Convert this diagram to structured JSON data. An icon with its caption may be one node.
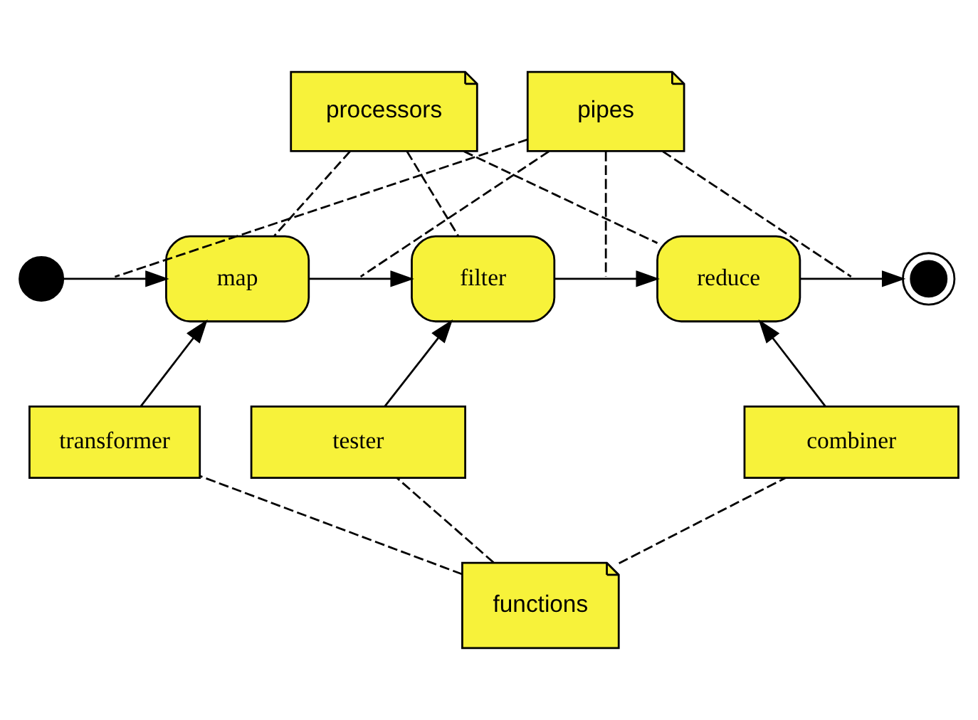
{
  "diagram": {
    "nodes": [
      {
        "text": [],
        "shape": "circle"
      },
      {
        "text": [
          "map"
        ]
      },
      {
        "text": [
          "filter"
        ]
      },
      {
        "text": [
          "reduce"
        ]
      },
      {
        "text": [],
        "shape": "circle"
      },
      {
        "text": [
          "processors"
        ]
      },
      {
        "text": [
          "pipes"
        ]
      },
      {
        "text": [
          "transformer"
        ]
      },
      {
        "text": [
          "tester"
        ]
      },
      {
        "text": [
          "combiner"
        ]
      },
      {
        "text": [
          "functions"
        ]
      }
    ],
    "edges": [
      {
        "from": 0,
        "to": 1,
        "arrow": "to"
      },
      {
        "from": 1,
        "to": 2,
        "arrow": "to"
      },
      {
        "from": 2,
        "to": 3,
        "arrow": "to"
      },
      {
        "from": 3,
        "to": 4,
        "arrow": "to"
      },
      {
        "from": 5,
        "to": 1,
        "arrow": "none",
        "style": "dashed"
      },
      {
        "from": 5,
        "to": 2,
        "arrow": "none",
        "style": "dashed"
      },
      {
        "from": 5,
        "to": 3,
        "arrow": "none",
        "style": "dashed"
      },
      {
        "from": 6,
        "to": null,
        "arrow": "none",
        "style": "dashed"
      },
      {
        "from": 6,
        "to": null,
        "arrow": "none",
        "style": "dashed"
      },
      {
        "from": 6,
        "to": null,
        "arrow": "none",
        "style": "dashed"
      },
      {
        "from": 6,
        "to": null,
        "arrow": "none",
        "style": "dashed"
      },
      {
        "from": 7,
        "to": 1,
        "arrow": "to"
      },
      {
        "from": 8,
        "to": 2,
        "arrow": "to"
      },
      {
        "from": 9,
        "to": 3,
        "arrow": "to"
      },
      {
        "from": 10,
        "to": 7,
        "arrow": "none",
        "style": "dashed"
      },
      {
        "from": 10,
        "to": 8,
        "arrow": "none",
        "style": "dashed"
      },
      {
        "from": 10,
        "to": 9,
        "arrow": "none",
        "style": "dashed"
      }
    ]
  }
}
